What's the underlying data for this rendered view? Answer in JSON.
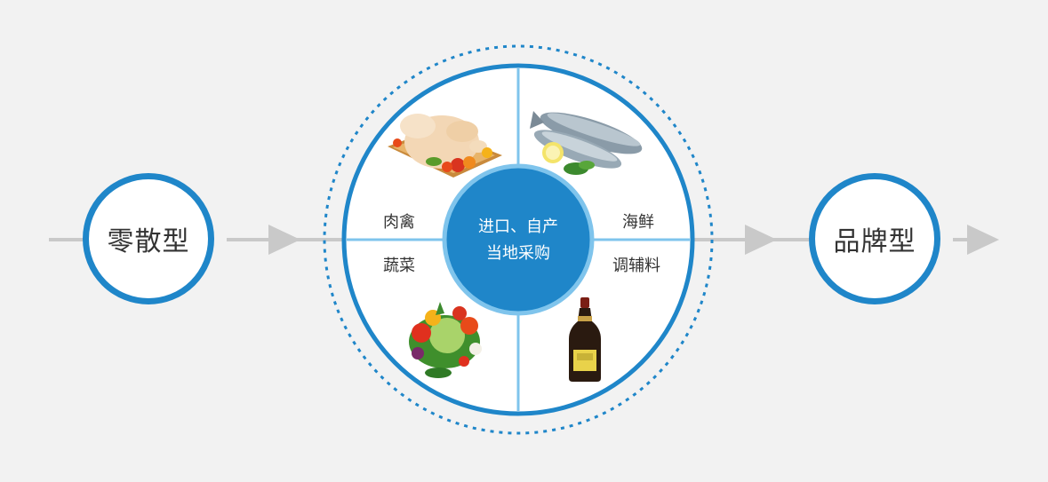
{
  "left_node": {
    "label": "零散型"
  },
  "right_node": {
    "label": "品牌型"
  },
  "center": {
    "line1": "进口、自产",
    "line2": "当地采购"
  },
  "quadrants": {
    "top_left": {
      "label": "肉禽",
      "image": "roast-chicken"
    },
    "top_right": {
      "label": "海鲜",
      "image": "fish"
    },
    "bottom_left": {
      "label": "蔬菜",
      "image": "vegetables"
    },
    "bottom_right": {
      "label": "调辅料",
      "image": "sauce-bottle"
    }
  },
  "colors": {
    "background": "#f2f2f2",
    "primary_blue": "#1f86c9",
    "light_blue": "#7fc4ec",
    "arrow_gray": "#c9c9c9",
    "text": "#333333"
  }
}
